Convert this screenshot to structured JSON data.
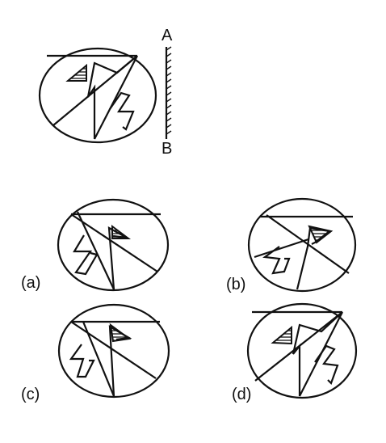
{
  "mirror": {
    "top_label": "A",
    "bottom_label": "B"
  },
  "options": [
    {
      "label": "(a)"
    },
    {
      "label": "(b)"
    },
    {
      "label": "(c)"
    },
    {
      "label": "(d)"
    }
  ]
}
